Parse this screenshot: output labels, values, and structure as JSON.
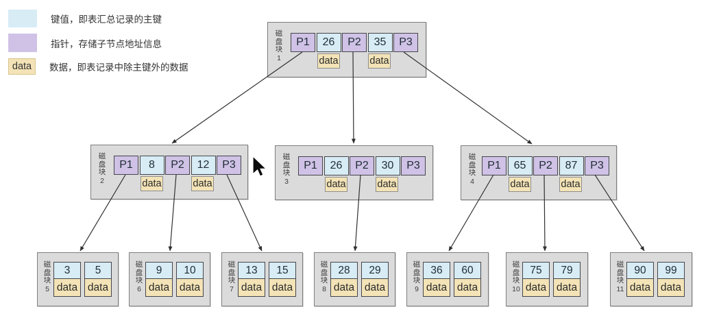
{
  "legend": {
    "items": [
      {
        "label": "键值，即表汇总记录的主键"
      },
      {
        "label": "指针，存储子节点地址信息"
      },
      {
        "label": "数据，即表记录中除主键外的数据"
      }
    ],
    "data_swatch_text": "data"
  },
  "tree": {
    "internal_nodes": [
      {
        "label": "磁盘块",
        "num": "1",
        "cells": [
          "P1",
          "26",
          "P2",
          "35",
          "P3"
        ],
        "data": [
          "data",
          "data"
        ]
      },
      {
        "label": "磁盘块",
        "num": "2",
        "cells": [
          "P1",
          "8",
          "P2",
          "12",
          "P3"
        ],
        "data": [
          "data",
          "data"
        ]
      },
      {
        "label": "磁盘块",
        "num": "3",
        "cells": [
          "P1",
          "26",
          "P2",
          "30",
          "P3"
        ],
        "data": [
          "data",
          "data"
        ]
      },
      {
        "label": "磁盘块",
        "num": "4",
        "cells": [
          "P1",
          "65",
          "P2",
          "87",
          "P3"
        ],
        "data": [
          "data",
          "data"
        ]
      }
    ],
    "leaf_nodes": [
      {
        "label": "磁盘块",
        "num": "5",
        "keys": [
          "3",
          "5"
        ],
        "data": [
          "data",
          "data"
        ]
      },
      {
        "label": "磁盘块",
        "num": "6",
        "keys": [
          "9",
          "10"
        ],
        "data": [
          "data",
          "data"
        ]
      },
      {
        "label": "磁盘块",
        "num": "7",
        "keys": [
          "13",
          "15"
        ],
        "data": [
          "data",
          "data"
        ]
      },
      {
        "label": "磁盘块",
        "num": "8",
        "keys": [
          "28",
          "29"
        ],
        "data": [
          "data",
          "data"
        ]
      },
      {
        "label": "磁盘块",
        "num": "9",
        "keys": [
          "36",
          "60"
        ],
        "data": [
          "data",
          "data"
        ]
      },
      {
        "label": "磁盘块",
        "num": "10",
        "keys": [
          "75",
          "79"
        ],
        "data": [
          "data",
          "data"
        ]
      },
      {
        "label": "磁盘块",
        "num": "11",
        "keys": [
          "90",
          "99"
        ],
        "data": [
          "data",
          "data"
        ]
      }
    ]
  },
  "colors": {
    "key_cell": "#d7ecf5",
    "pointer_cell": "#cfc2e6",
    "data_cell": "#f3e3b6",
    "block_bg": "#dbdbdb",
    "block_border": "#7d7d7d",
    "arrow": "#2f2f2f"
  }
}
